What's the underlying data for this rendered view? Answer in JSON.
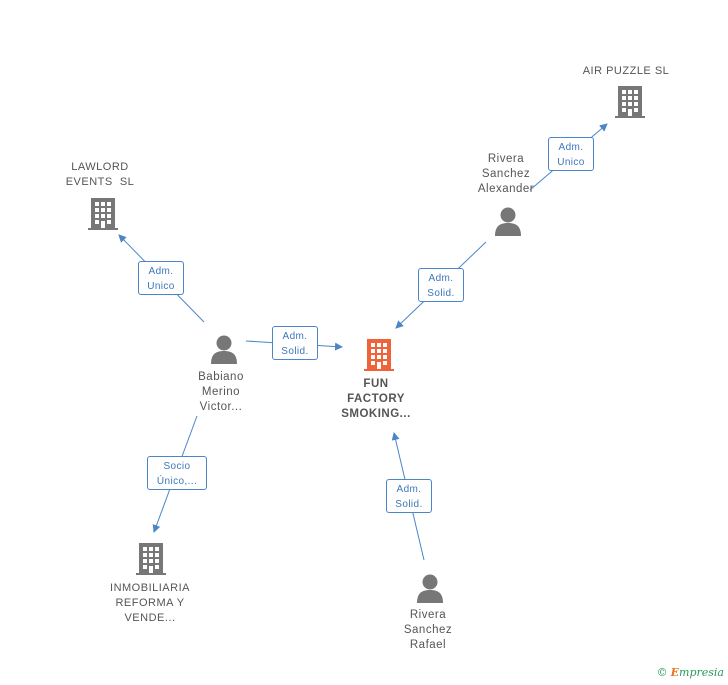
{
  "nodes": {
    "center": {
      "label_lines": [
        "FUN",
        "FACTORY",
        "SMOKING..."
      ],
      "icon": "building-icon",
      "color": "#f0623a"
    },
    "air_puzzle": {
      "label_lines": [
        "AIR PUZZLE SL"
      ],
      "icon": "building-icon",
      "color": "#777777"
    },
    "lawlord": {
      "label_lines": [
        "LAWLORD",
        "EVENTS  SL"
      ],
      "icon": "building-icon",
      "color": "#777777"
    },
    "inmobiliaria": {
      "label_lines": [
        "INMOBILIARIA",
        "REFORMA Y",
        "VENDE..."
      ],
      "icon": "building-icon",
      "color": "#777777"
    },
    "rivera_alexander": {
      "label_lines": [
        "Rivera",
        "Sanchez",
        "Alexander"
      ],
      "icon": "person-icon",
      "color": "#777777"
    },
    "babiano": {
      "label_lines": [
        "Babiano",
        "Merino",
        "Victor..."
      ],
      "icon": "person-icon",
      "color": "#777777"
    },
    "rivera_rafael": {
      "label_lines": [
        "Rivera",
        "Sanchez",
        "Rafael"
      ],
      "icon": "person-icon",
      "color": "#777777"
    }
  },
  "edges": {
    "babiano_center": [
      "Adm.",
      "Solid."
    ],
    "babiano_lawlord": [
      "Adm.",
      "Unico"
    ],
    "babiano_inmobiliaria": [
      "Socio",
      "Único,..."
    ],
    "alexander_center": [
      "Adm.",
      "Solid."
    ],
    "alexander_airpuzzle": [
      "Adm.",
      "Unico"
    ],
    "rafael_center": [
      "Adm.",
      "Solid."
    ]
  },
  "footer": {
    "copyright": "©",
    "brand_e": "E",
    "brand_rest": "mpresia"
  },
  "colors": {
    "edge": "#4a86c8",
    "accent": "#f0623a",
    "node": "#777777"
  }
}
